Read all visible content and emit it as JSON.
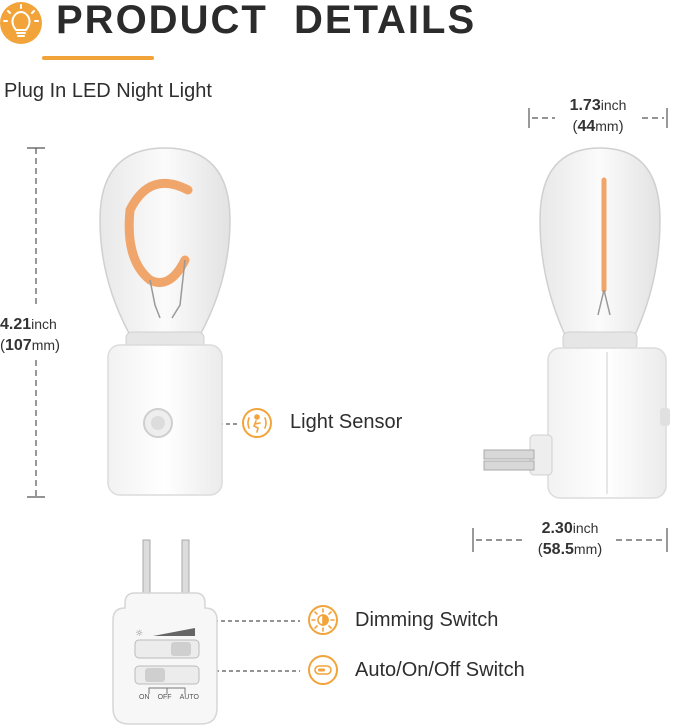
{
  "header": {
    "title": "PRODUCT  DETAILS",
    "icon": "lightbulb-icon",
    "accent": "#f2a33a"
  },
  "subtitle": "Plug In LED Night Light",
  "dimensions": {
    "height": {
      "value": "4.21",
      "unit": "inch",
      "metric_value": "107",
      "metric_unit": "mm"
    },
    "bulb_width": {
      "value": "1.73",
      "unit": "inch",
      "metric_value": "44",
      "metric_unit": "mm"
    },
    "body_width": {
      "value": "2.30",
      "unit": "inch",
      "metric_value": "58.5",
      "metric_unit": "mm"
    }
  },
  "callouts": {
    "light_sensor": {
      "label": "Light Sensor",
      "icon": "motion-sensor-icon"
    },
    "dimming_switch": {
      "label": "Dimming Switch",
      "icon": "brightness-icon"
    },
    "auto_switch": {
      "label": "Auto/On/Off Switch",
      "icon": "toggle-switch-icon"
    }
  },
  "switch_labels": {
    "on": "ON",
    "off": "OFF",
    "auto": "AUTO"
  }
}
